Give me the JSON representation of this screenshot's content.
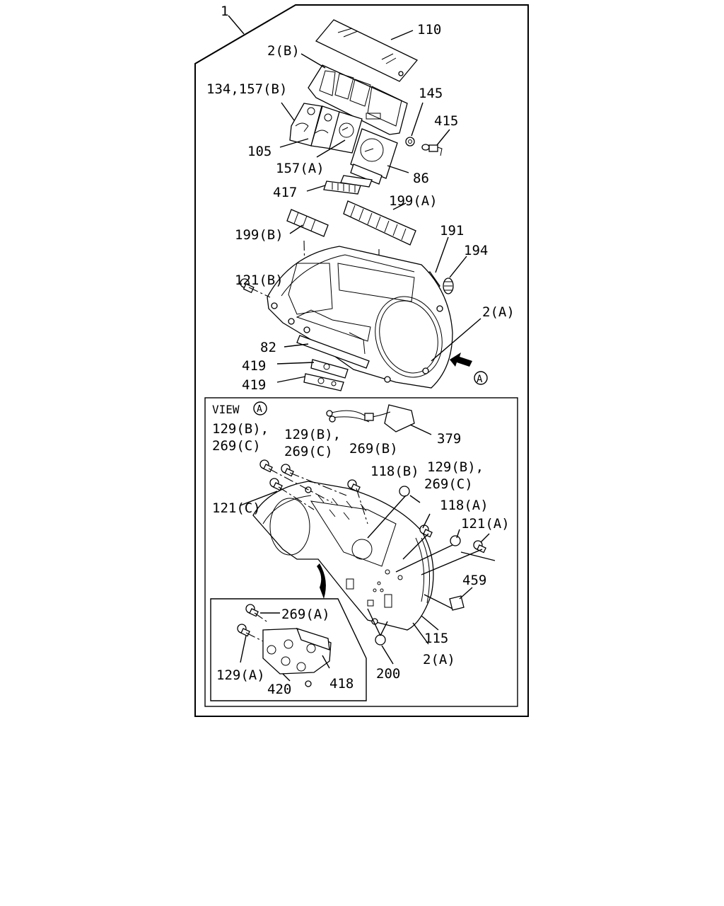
{
  "callouts": {
    "c1": "1",
    "c110": "110",
    "c2b": "2(B)",
    "c134": "134,157(B)",
    "c145": "145",
    "c415": "415",
    "c105": "105",
    "c157a": "157(A)",
    "c86": "86",
    "c417": "417",
    "c199a": "199(A)",
    "c199b": "199(B)",
    "c191": "191",
    "c194": "194",
    "c121b": "121(B)",
    "c2a_top": "2(A)",
    "c82": "82",
    "c419_1": "419",
    "c419_2": "419",
    "c_a_top": "A"
  },
  "view": {
    "title": "VIEW",
    "title_mark": "A",
    "callouts": {
      "c379": "379",
      "c129b_1": "129(B),",
      "c269c_1": "269(C)",
      "c129b_2": "129(B),",
      "c269c_2": "269(C)",
      "c269b": "269(B)",
      "c118b": "118(B)",
      "c129b_3": "129(B),",
      "c269c_3": "269(C)",
      "c121c": "121(C)",
      "c118a": "118(A)",
      "c121a": "121(A)",
      "c459": "459",
      "c115": "115",
      "c2a_bot": "2(A)",
      "c200": "200",
      "c269a": "269(A)",
      "c129a": "129(A)",
      "c420": "420",
      "c418": "418"
    }
  },
  "icons": [
    "bolt-icon",
    "bulb-socket-icon",
    "arrow-icon",
    "circle-letter-icon"
  ]
}
